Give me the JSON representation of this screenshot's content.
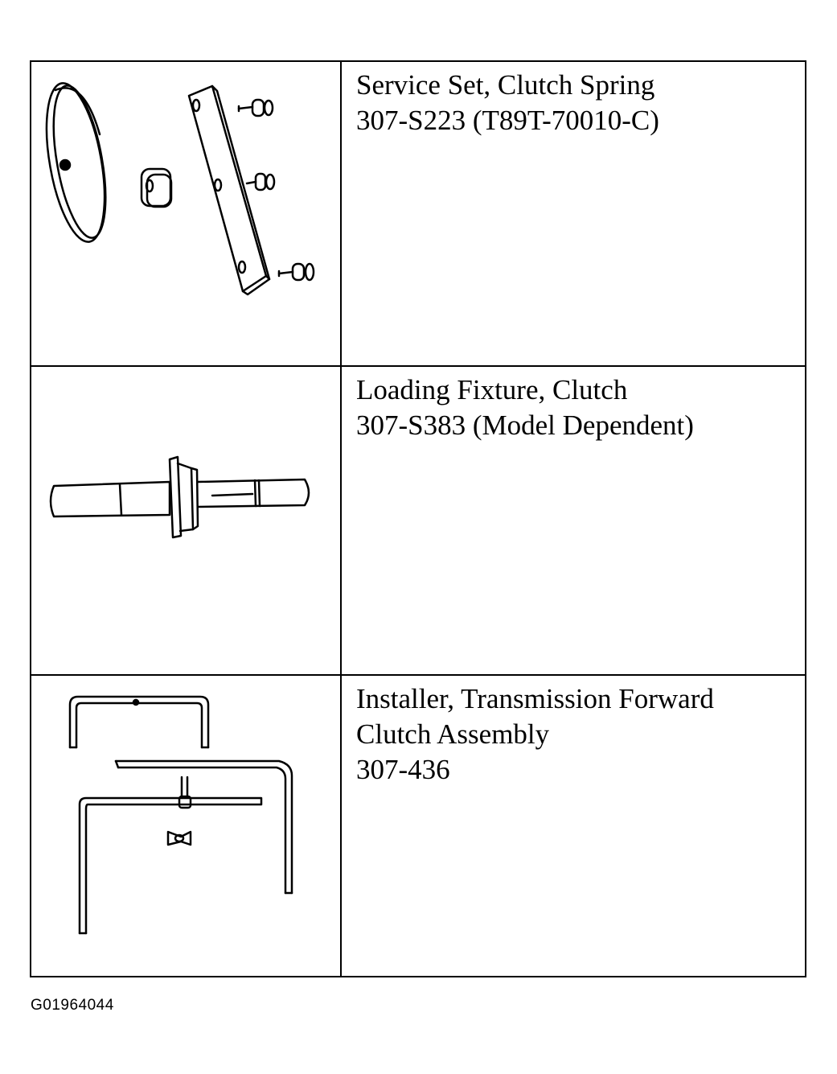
{
  "tools": [
    {
      "name": "Service Set, Clutch Spring",
      "lines": [
        "Service Set, Clutch Spring",
        "307-S223 (T89T-70010-C)"
      ],
      "illustration_icon": "clutch-spring-service-set-icon"
    },
    {
      "name": "Loading Fixture, Clutch",
      "lines": [
        "Loading Fixture, Clutch",
        "307-S383 (Model Dependent)"
      ],
      "illustration_icon": "clutch-loading-fixture-icon"
    },
    {
      "name": "Installer, Transmission Forward Clutch Assembly",
      "lines": [
        "Installer, Transmission Forward",
        "Clutch Assembly",
        "307-436"
      ],
      "illustration_icon": "forward-clutch-installer-icon"
    }
  ],
  "figure_id": "G01964044"
}
